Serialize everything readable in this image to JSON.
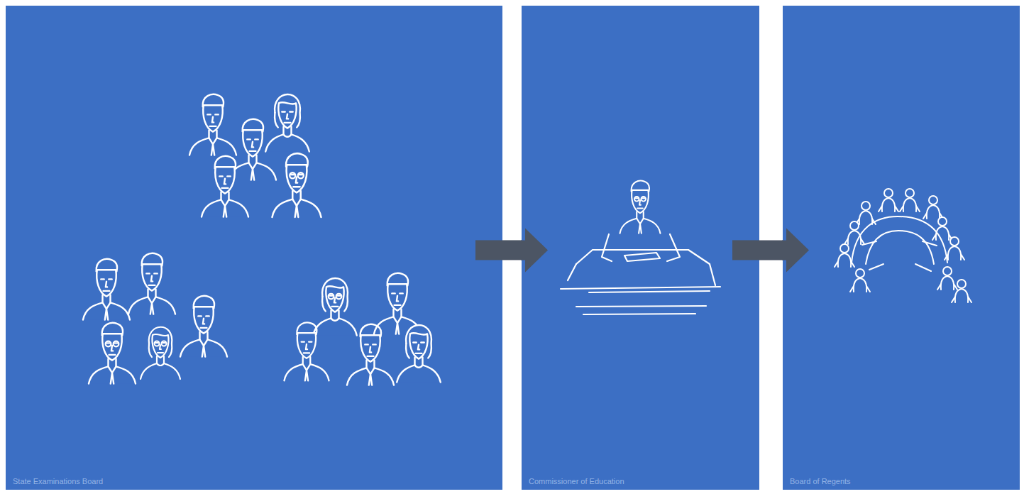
{
  "diagram": {
    "nodes": [
      {
        "text": [
          "State Examinations Board"
        ]
      },
      {
        "text": [
          "Commissioner of Education"
        ]
      },
      {
        "text": [
          "Board of Regents"
        ]
      }
    ],
    "edges": [
      {
        "from": 0,
        "to": 1,
        "arrow": "to"
      },
      {
        "from": 1,
        "to": 2,
        "arrow": "to"
      }
    ]
  }
}
